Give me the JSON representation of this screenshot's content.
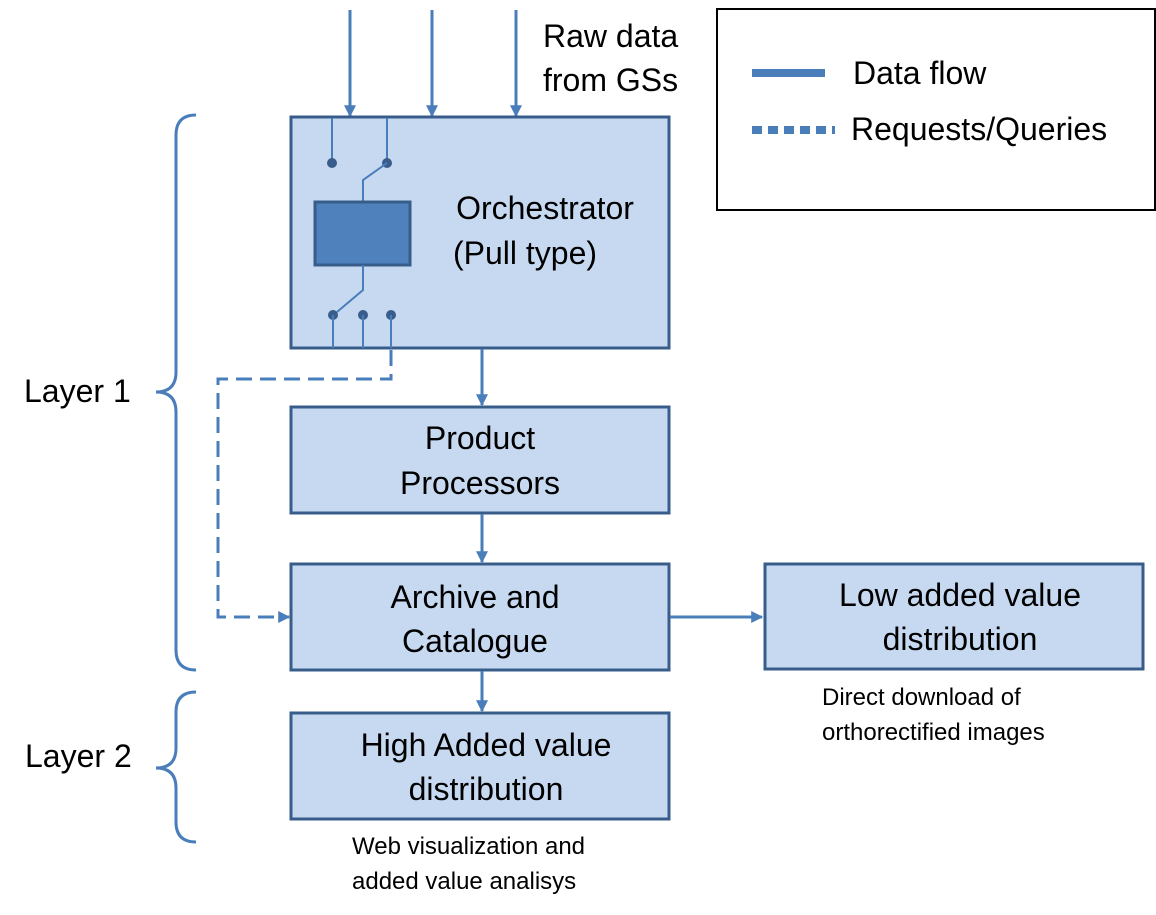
{
  "input": {
    "line1": "Raw data",
    "line2": "from GSs"
  },
  "legend": {
    "data_flow": "Data flow",
    "requests": "Requests/Queries"
  },
  "layers": {
    "layer1": "Layer 1",
    "layer2": "Layer 2"
  },
  "nodes": {
    "orchestrator": {
      "line1": "Orchestrator",
      "line2": "(Pull type)"
    },
    "processors": {
      "line1": "Product",
      "line2": "Processors"
    },
    "archive": {
      "line1": "Archive and",
      "line2": "Catalogue"
    },
    "low_value": {
      "line1": "Low added value",
      "line2": "distribution"
    },
    "high_value": {
      "line1": "High Added value",
      "line2": "distribution"
    }
  },
  "notes": {
    "direct_download": {
      "line1": "Direct download of",
      "line2": "orthorectified images"
    },
    "web_vis": {
      "line1": "Web visualization and",
      "line2": "added value analisys"
    }
  },
  "colors": {
    "box_fill": "#c6d9f1",
    "box_stroke": "#385d8a",
    "line": "#4a7ebb",
    "switch_block": "#4f81bd"
  }
}
